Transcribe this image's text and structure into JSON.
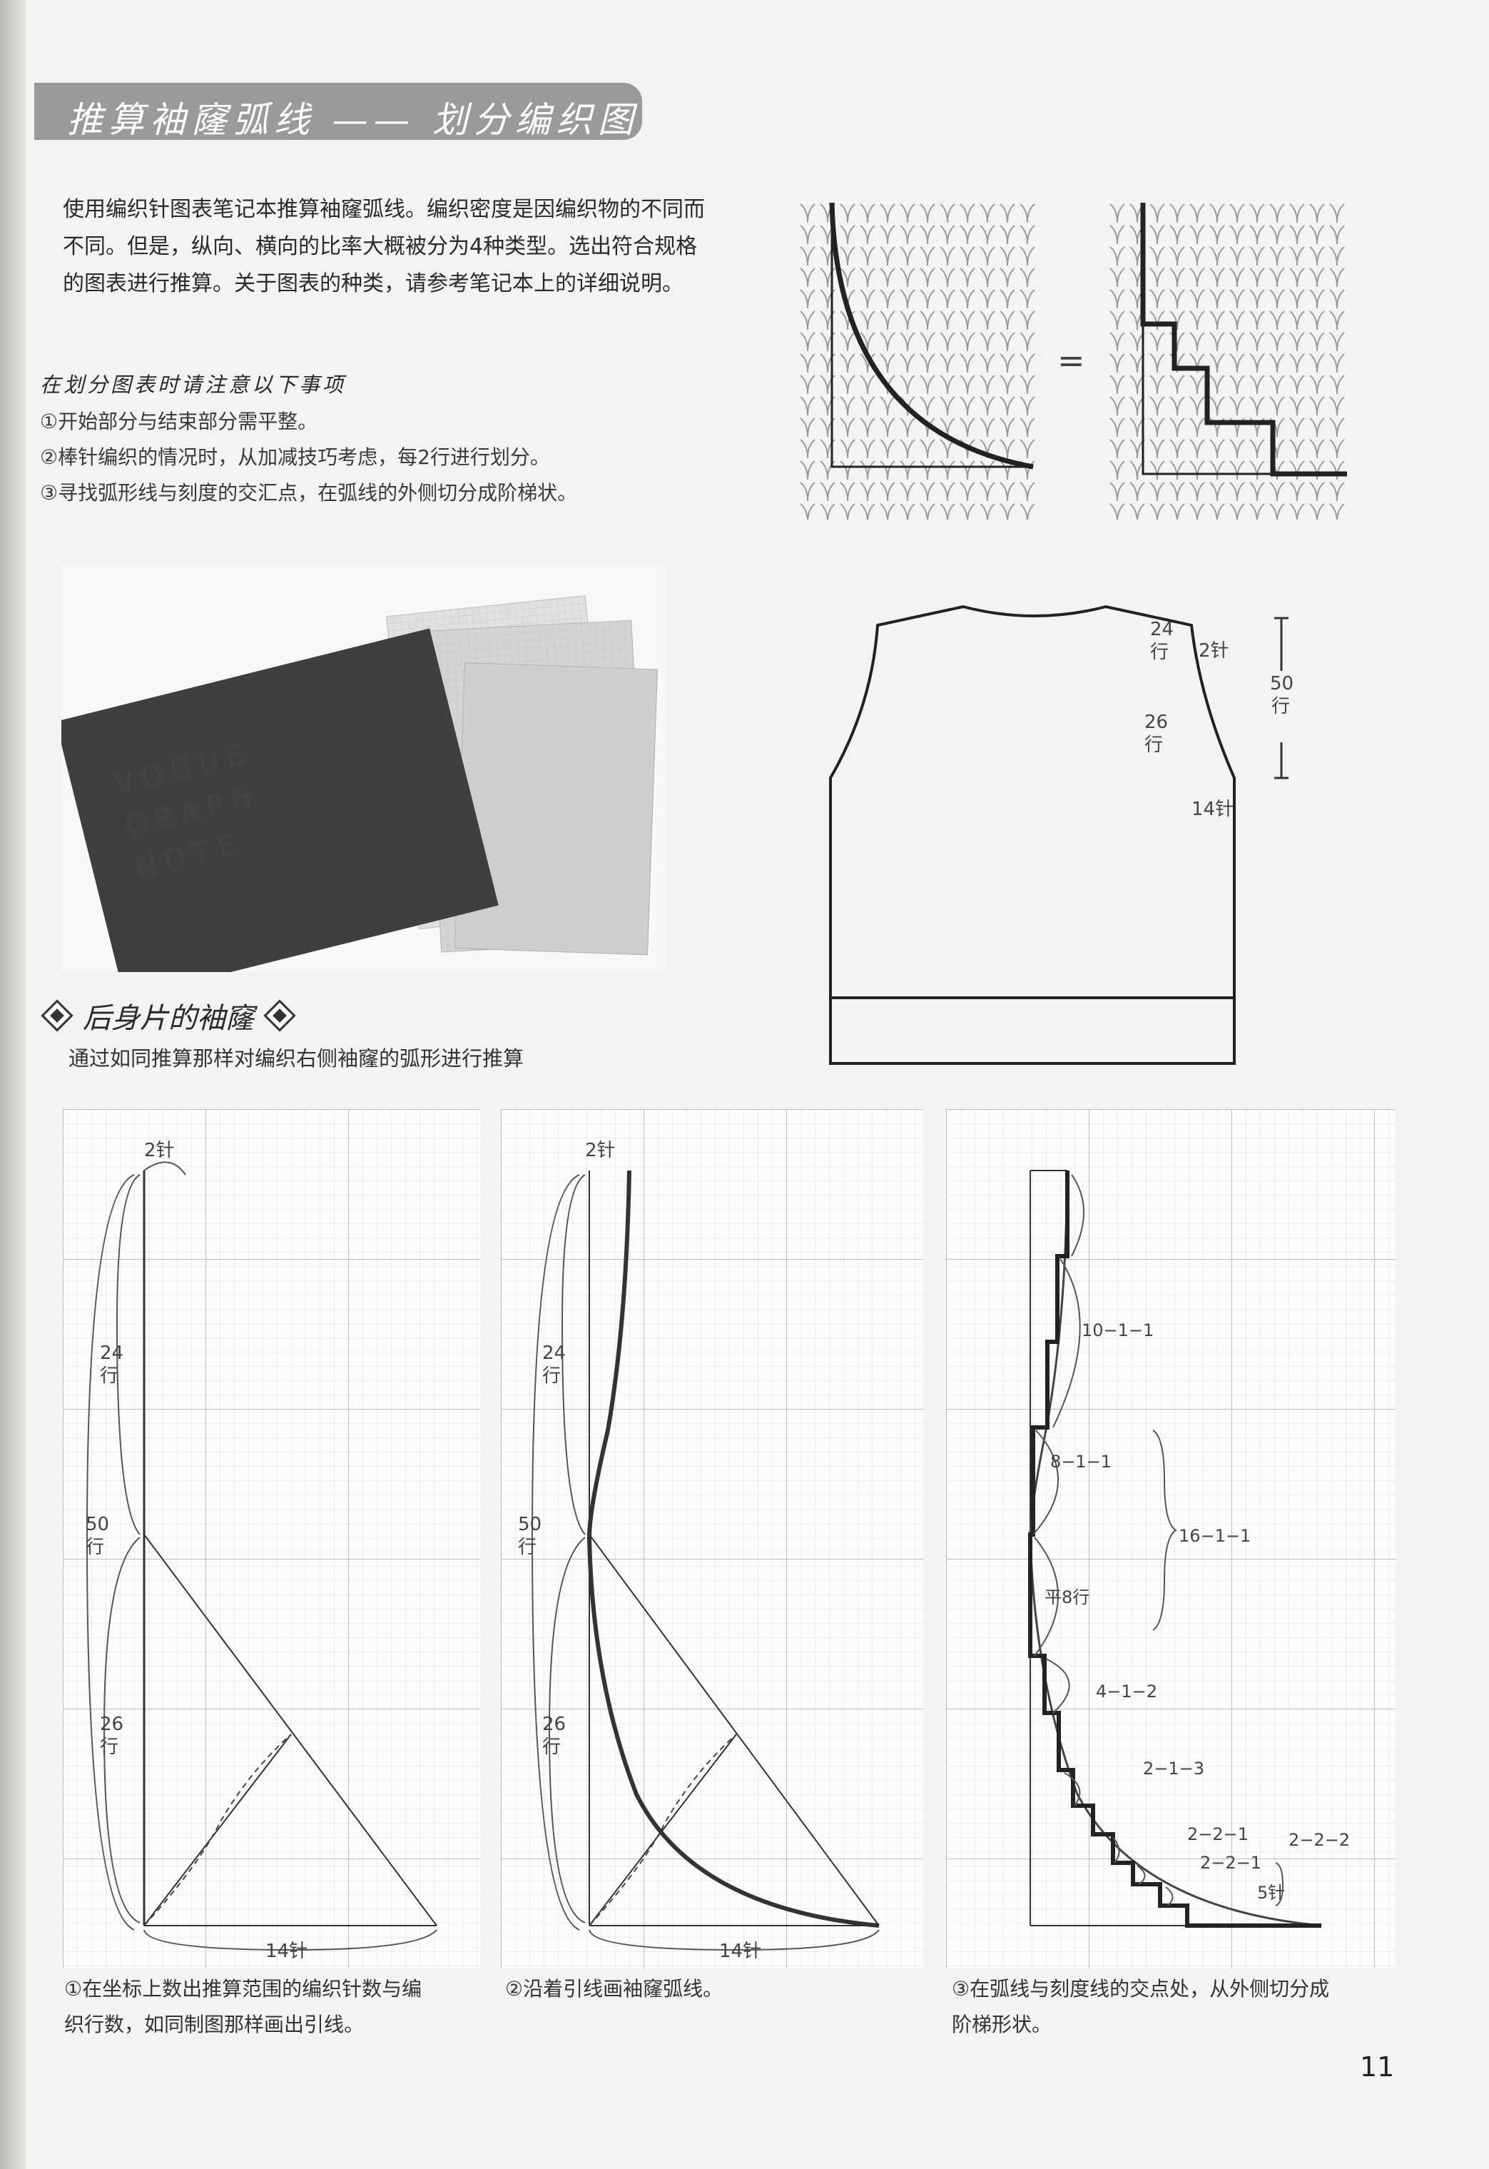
{
  "header": {
    "title": "推算袖窿弧线 —— 划分编织图"
  },
  "intro": {
    "lines": [
      "使用编织针图表笔记本推算袖窿弧线。编织密度是因编织物的不同而",
      "不同。但是，纵向、横向的比率大概被分为4种类型。选出符合规格",
      "的图表进行推算。关于图表的种类，请参考笔记本上的详细说明。"
    ]
  },
  "notes": {
    "heading": "在划分图表时请注意以下事项",
    "items": [
      "①开始部分与结束部分需平整。",
      "②棒针编织的情况时，从加减技巧考虑，每2行进行划分。",
      "③寻找弧形线与刻度的交汇点，在弧线的外侧切分成阶梯状。"
    ]
  },
  "knit_illustration": {
    "equals": "="
  },
  "photo": {
    "book_text": [
      "VOGUE",
      "GRAPH",
      "NOTE"
    ]
  },
  "garment": {
    "label_24": "24",
    "label_26": "26",
    "label_50": "50",
    "unit_row": "行",
    "label_2st": "2针",
    "label_14st": "14针"
  },
  "section": {
    "heading": "后身片的袖窿",
    "subtitle": "通过如同推算那样对编织右侧袖窿的弧形进行推算"
  },
  "charts": {
    "top_stitch": "2针",
    "rows_24": "24",
    "rows_26": "26",
    "rows_50": "50",
    "unit_row": "行",
    "bottom_stitch": "14针",
    "step_labels": {
      "s1": "10−1−1",
      "s2": "8−1−1",
      "s3": "16−1−1",
      "s4": "平8行",
      "s5": "4−1−2",
      "s6": "2−1−3",
      "s7": "2−2−1",
      "s8": "2−2−1",
      "s9": "2−2−2",
      "s10": "5针"
    }
  },
  "captions": {
    "c1_line1": "①在坐标上数出推算范围的编织针数与编",
    "c1_line2": "织行数，如同制图那样画出引线。",
    "c2": "②沿着引线画袖窿弧线。",
    "c3_line1": "③在弧线与刻度线的交点处，从外侧切分成",
    "c3_line2": "阶梯形状。"
  },
  "page_number": "11"
}
